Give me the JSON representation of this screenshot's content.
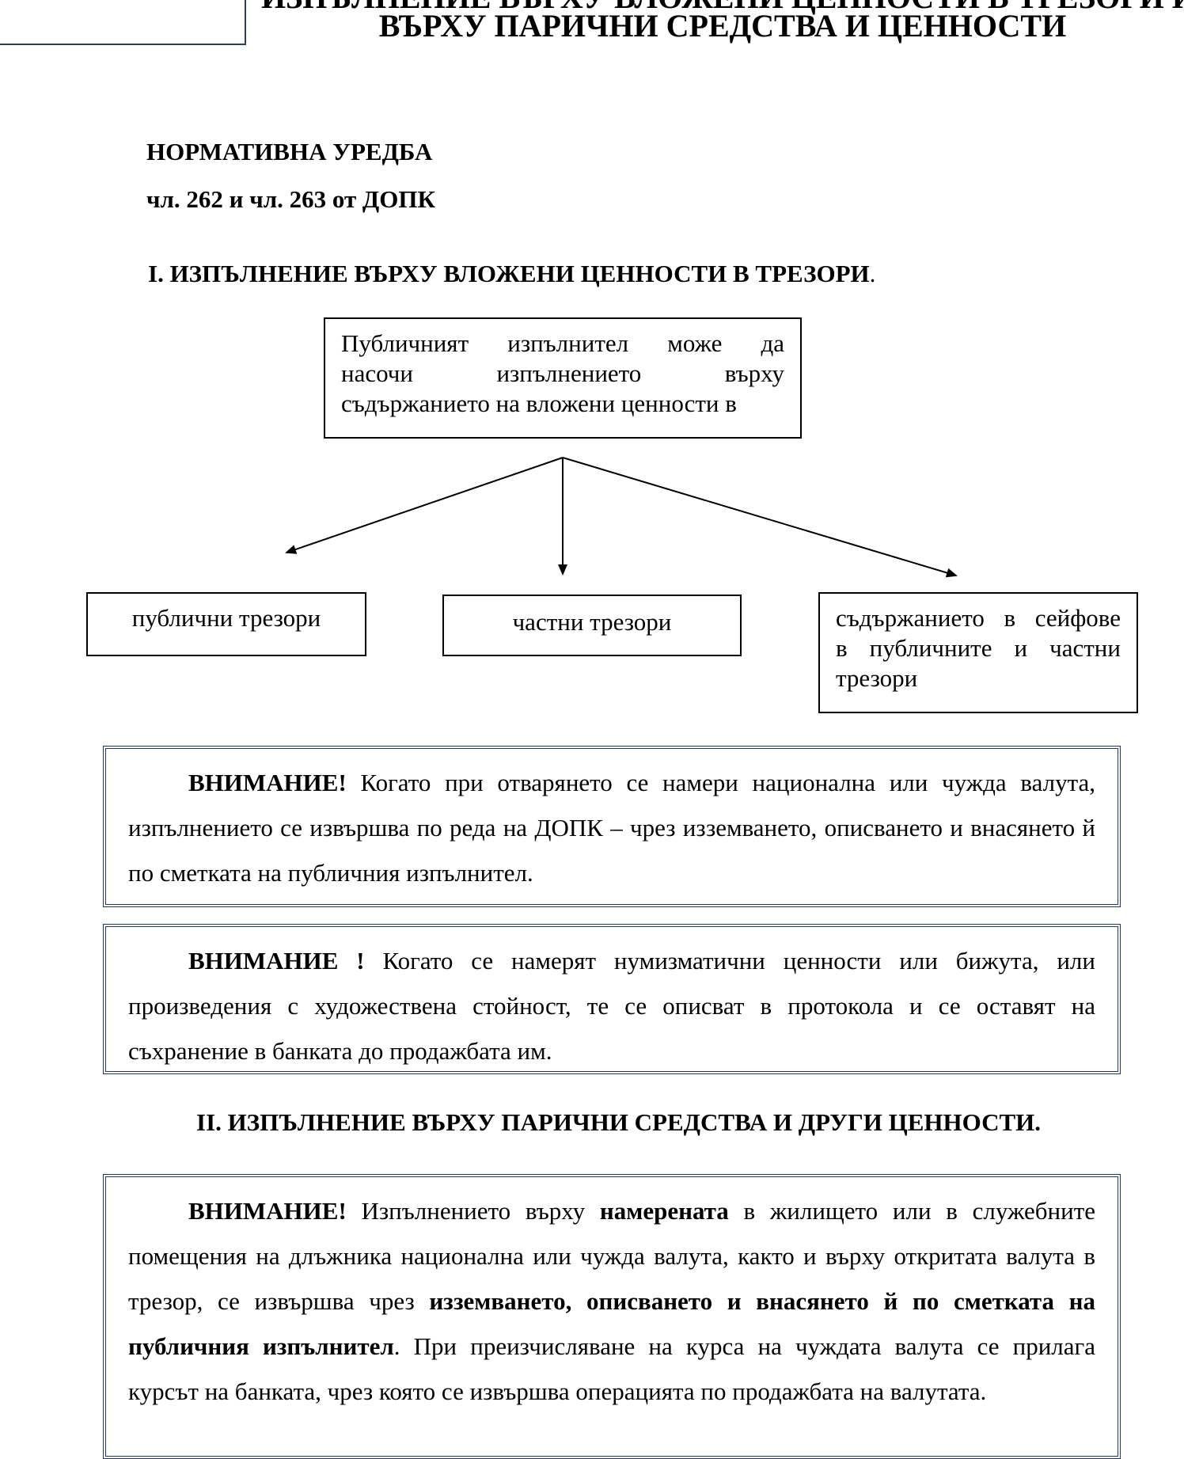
{
  "header": {
    "title_line1": "ИЗПЪЛНЕНИЕ ВЪРХУ ВЛОЖЕНИ ЦЕННОСТИ В ТРЕЗОРИ И",
    "title_line2": "ВЪРХУ ПАРИЧНИ СРЕДСТВА И ЦЕННОСТИ"
  },
  "legal": {
    "heading": "НОРМАТИВНА УРЕДБА",
    "reference": "чл. 262 и чл. 263 от ДОПК"
  },
  "section1": {
    "title": "I. ИЗПЪЛНЕНИЕ ВЪРХУ ВЛОЖЕНИ ЦЕННОСТИ В ТРЕЗОРИ",
    "title_suffix": ".",
    "diagram": {
      "root_line1": "Публичният изпълнител може да",
      "root_line2": "насочи изпълнението върху",
      "root_line3": "съдържанието на вложени ценности в",
      "child1": "публични трезори",
      "child2": "частни трезори",
      "child3_line1": "съдържанието в сейфове",
      "child3_line2": "в публичните и частни",
      "child3_line3": "трезори"
    },
    "notice1": {
      "label": "ВНИМАНИЕ!",
      "text": " Когато при отварянето се намери национална или чужда валута, изпълнението се извършва по реда на ДОПК – чрез изземването, описването и внасянето й по сметката на публичния изпълнител."
    },
    "notice2": {
      "label": "ВНИМАНИЕ !",
      "text": " Когато се намерят нумизматични ценности или бижута, или произведения с художествена стойност, те се описват в протокола и се оставят на съхранение в банката до продажбата им."
    }
  },
  "section2": {
    "title": "II. ИЗПЪЛНЕНИЕ ВЪРХУ ПАРИЧНИ СРЕДСТВА И ДРУГИ ЦЕННОСТИ.",
    "notice3": {
      "label": "ВНИМАНИЕ!",
      "text_a": " Изпълнението върху ",
      "bold_a": "намерената",
      "text_b": " в жилището или в служебните помещения на длъжника национална или чужда валута, както и върху откритата валута в трезор, се извършва чрез ",
      "bold_b": "изземването, описването и внасянето й по сметката на публичния изпълнител",
      "text_c": ". При преизчисляване на курса на чуждата валута се прилага курсът на банката, чрез която се извършва операцията по продажбата на валутата."
    }
  }
}
